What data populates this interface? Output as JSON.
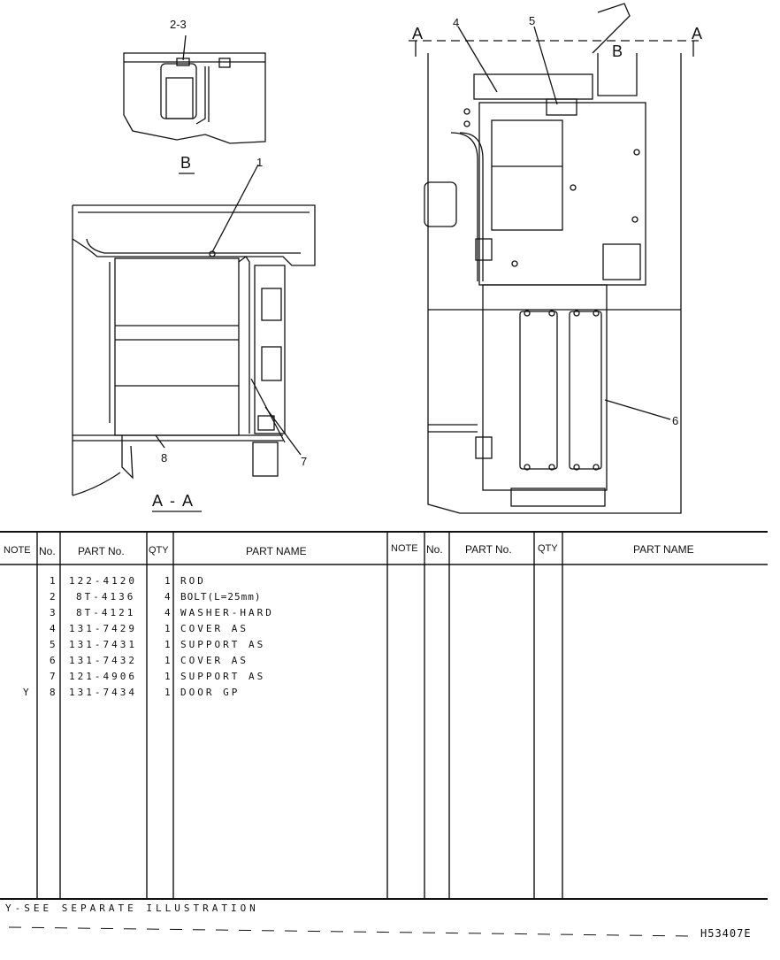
{
  "illustration": {
    "callouts": [
      "2-3",
      "4",
      "5",
      "1",
      "6",
      "7",
      "8"
    ],
    "view_b_label": "B",
    "view_aa_label": "A - A",
    "section_a_left": "A",
    "section_a_right": "A",
    "section_b_marker": "B"
  },
  "table": {
    "headers": {
      "note": "NOTE",
      "no": "No.",
      "part_no": "PART No.",
      "qty": "QTY",
      "part_name": "PART NAME"
    },
    "rows": [
      {
        "note": "",
        "no": "1",
        "part_no": "122-4120",
        "qty": "1",
        "name": "ROD"
      },
      {
        "note": "",
        "no": "2",
        "part_no": "8T-4136",
        "qty": "4",
        "name": "BOLT(L=25mm)"
      },
      {
        "note": "",
        "no": "3",
        "part_no": "8T-4121",
        "qty": "4",
        "name": "WASHER-HARD"
      },
      {
        "note": "",
        "no": "4",
        "part_no": "131-7429",
        "qty": "1",
        "name": "COVER AS"
      },
      {
        "note": "",
        "no": "5",
        "part_no": "131-7431",
        "qty": "1",
        "name": "SUPPORT AS"
      },
      {
        "note": "",
        "no": "6",
        "part_no": "131-7432",
        "qty": "1",
        "name": "COVER AS"
      },
      {
        "note": "",
        "no": "7",
        "part_no": "121-4906",
        "qty": "1",
        "name": "SUPPORT AS"
      },
      {
        "note": "Y",
        "no": "8",
        "part_no": "131-7434",
        "qty": "1",
        "name": "DOOR GP"
      }
    ]
  },
  "footer_note": "Y-SEE SEPARATE ILLUSTRATION",
  "doc_number": "H53407E"
}
